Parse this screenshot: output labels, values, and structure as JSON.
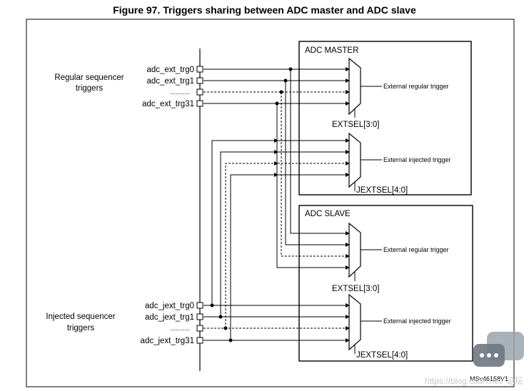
{
  "figure": {
    "title": "Figure 97. Triggers sharing between ADC master and ADC slave",
    "code": "MSv46158V1"
  },
  "left": {
    "regular_group": [
      "Regular sequencer",
      "triggers"
    ],
    "injected_group": [
      "Injected sequencer",
      "triggers"
    ],
    "regular_pins": [
      "adc_ext_trg0",
      "adc_ext_trg1",
      "...........",
      "adc_ext_trg31"
    ],
    "injected_pins": [
      "adc_jext_trg0",
      "adc_jext_trg1",
      "...........",
      "adc_jext_trg31"
    ]
  },
  "master": {
    "title": "ADC MASTER",
    "regular_out": "External regular trigger",
    "regular_sel": "EXTSEL[3:0]",
    "injected_out": "External injected trigger",
    "injected_sel": "JEXTSEL[4:0]"
  },
  "slave": {
    "title": "ADC SLAVE",
    "regular_out": "External regular trigger",
    "regular_sel": "EXTSEL[3:0]",
    "injected_out": "External injected trigger",
    "injected_sel": "JEXTSEL[4:0]"
  },
  "watermark": "https://blog.csdn.net/ 论坛",
  "chat_icon": "chat-bubble-icon"
}
